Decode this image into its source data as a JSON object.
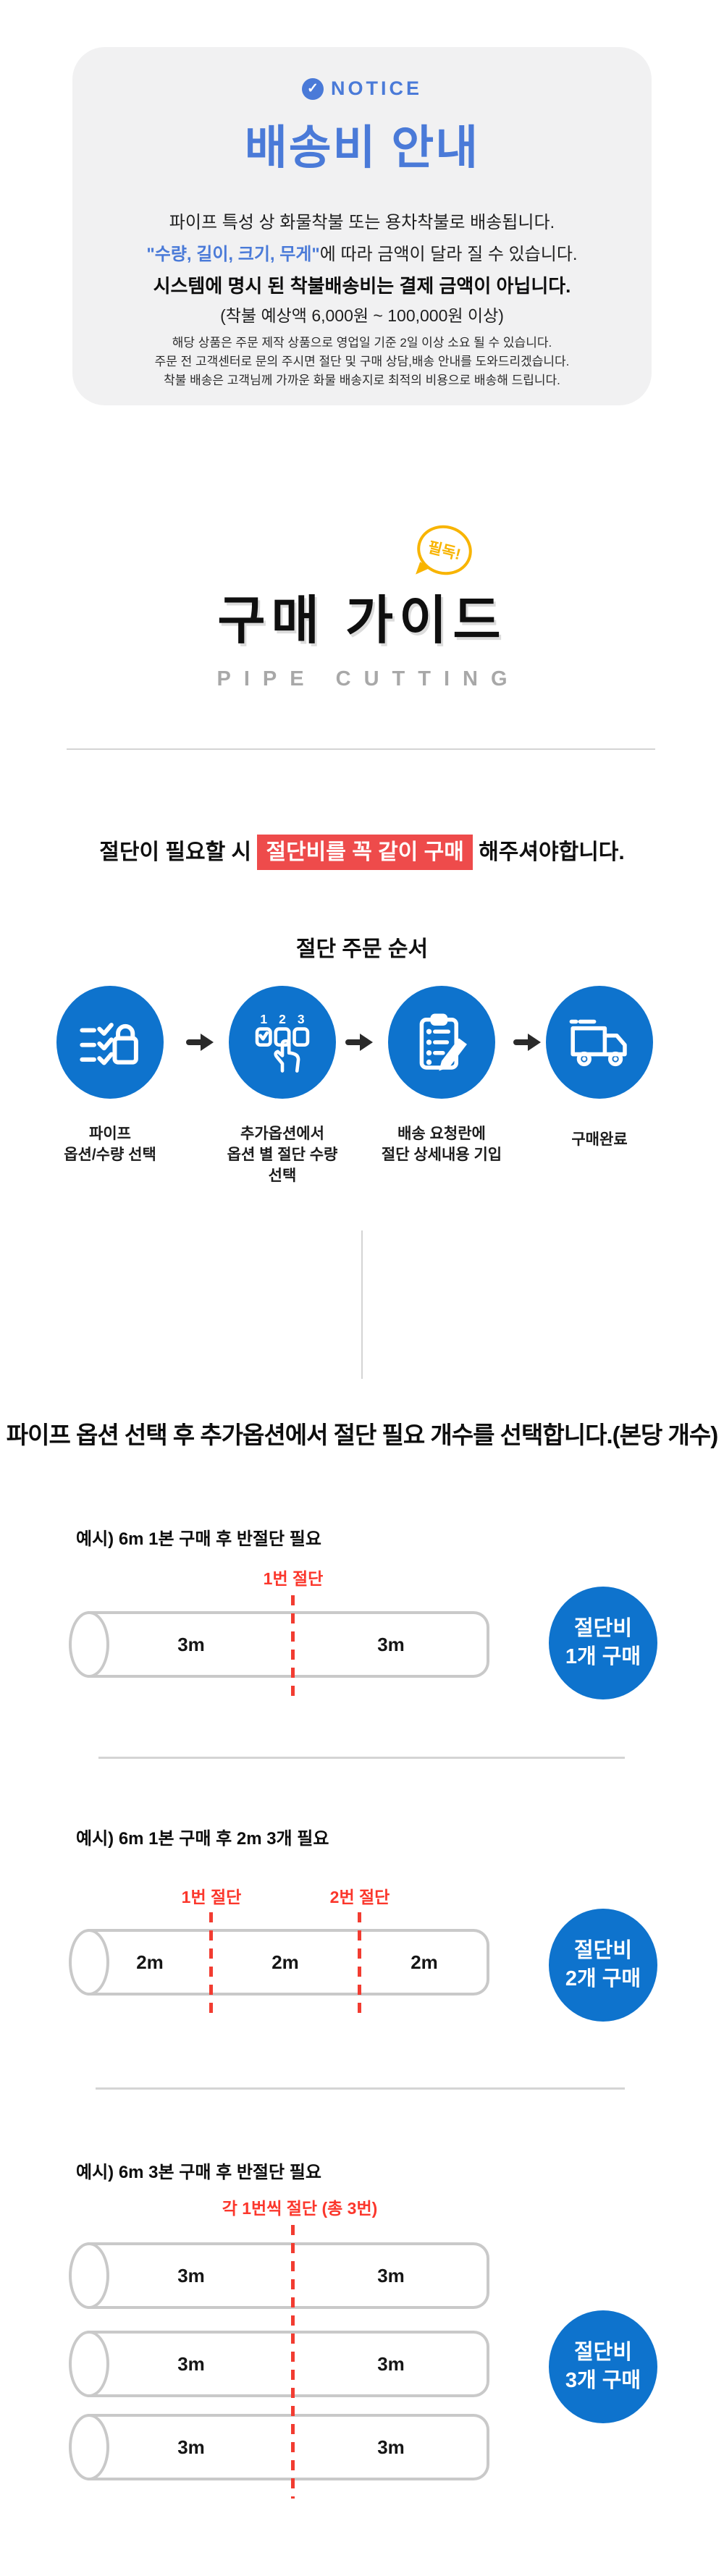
{
  "colors": {
    "accent_blue": "#4a7ad8",
    "step_blue": "#0e73cd",
    "highlight_red": "#ee4b4b",
    "dash_red": "#f23c31",
    "badge_yellow": "#f8b400",
    "notice_bg": "#f1f1f2"
  },
  "notice": {
    "label": "NOTICE",
    "check_glyph": "✓",
    "title": "배송비 안내",
    "line1": "파이프 특성 상 화물착불 또는 용차착불로 배송됩니다.",
    "line2_em": "\"수량, 길이, 크기, 무게\"",
    "line2_rest": "에 따라 금액이 달라 질 수 있습니다.",
    "line3": "시스템에 명시 된 착불배송비는 결제 금액이 아닙니다.",
    "line4": "(착불 예상액 6,000원 ~ 100,000원 이상)",
    "note1": "해당 상품은 주문 제작 상품으로 영업일 기준 2일 이상 소요 될 수 있습니다.",
    "note2": "주문 전 고객센터로 문의 주시면 절단 및 구매 상담,배송 안내를 도와드리겠습니다.",
    "note3": "착불 배송은 고객님께 가까운 화물 배송지로 최적의 비용으로 배송해 드립니다."
  },
  "guide": {
    "badge": "필독!",
    "title": "구매 가이드",
    "subtitle": "PIPE CUTTING"
  },
  "cut_notice": {
    "prefix": "절단이 필요할 시 ",
    "highlight": "절단비를 꼭 같이 구매",
    "suffix": " 해주셔야합니다."
  },
  "order_steps": {
    "title": "절단 주문 순서",
    "steps": [
      {
        "icon": "options-checklist-icon",
        "label": "파이프\n옵션/수량 선택"
      },
      {
        "icon": "select-quantity-icon",
        "label": "추가옵션에서\n옵션 별 절단 수량\n선택"
      },
      {
        "icon": "delivery-note-icon",
        "label": "배송 요청란에\n절단 상세내용 기입"
      },
      {
        "icon": "truck-icon",
        "label": "구매완료"
      }
    ]
  },
  "selection_note": "파이프 옵션 선택 후 추가옵션에서 절단 필요 개수를 선택합니다.(본당 개수)",
  "examples": [
    {
      "title": "예시) 6m 1본 구매 후 반절단 필요",
      "cuts": [
        "1번 절단"
      ],
      "rows": [
        [
          "3m",
          "3m"
        ]
      ],
      "badge_line1": "절단비",
      "badge_line2": "1개 구매"
    },
    {
      "title": "예시) 6m 1본 구매 후 2m  3개 필요",
      "cuts": [
        "1번 절단",
        "2번 절단"
      ],
      "rows": [
        [
          "2m",
          "2m",
          "2m"
        ]
      ],
      "badge_line1": "절단비",
      "badge_line2": "2개 구매"
    },
    {
      "title": "예시) 6m 3본 구매 후 반절단 필요",
      "cuts": [
        "각 1번씩 절단 (총 3번)"
      ],
      "rows": [
        [
          "3m",
          "3m"
        ],
        [
          "3m",
          "3m"
        ],
        [
          "3m",
          "3m"
        ]
      ],
      "badge_line1": "절단비",
      "badge_line2": "3개 구매"
    }
  ]
}
